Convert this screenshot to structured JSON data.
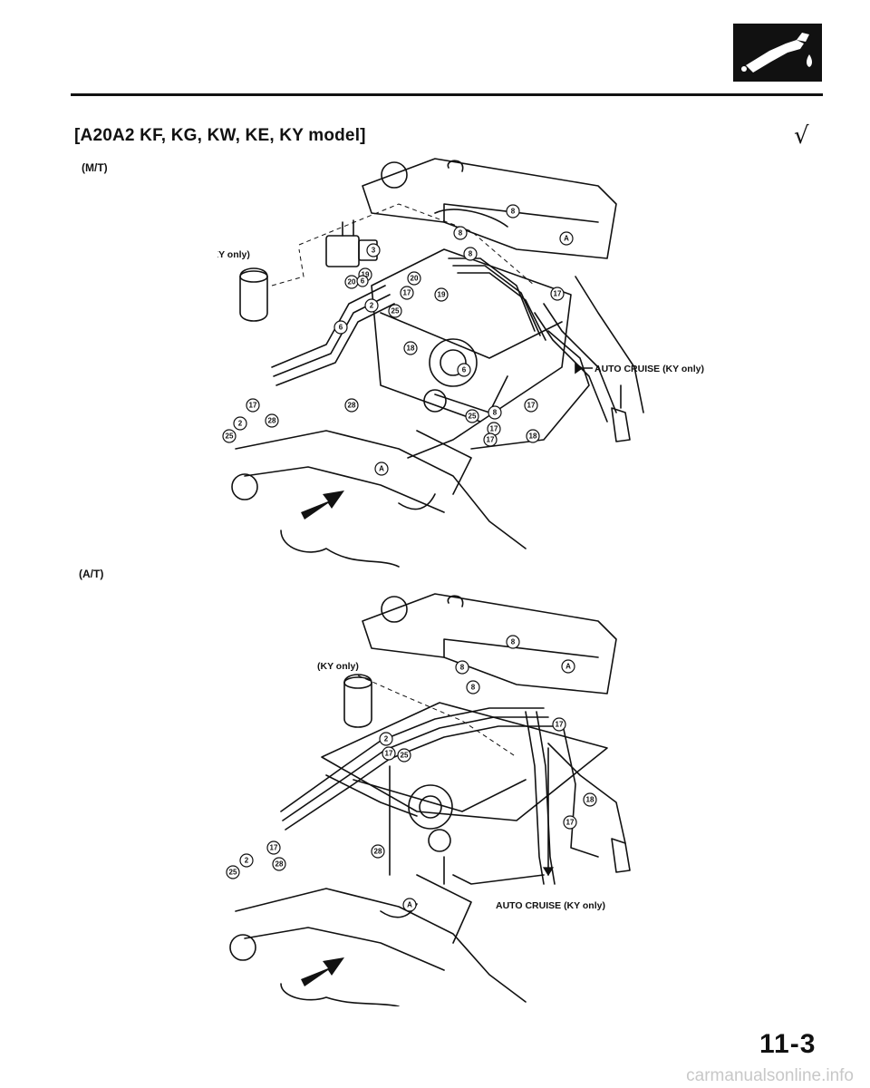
{
  "header": {
    "section_icon": "fuel-nozzle-icon",
    "title": "[A20A2 KF, KG, KW, KE, KY model]",
    "check_mark": "√"
  },
  "variants": [
    {
      "label": "(M/T)",
      "ky_note": "(KY only)",
      "auto_cruise_note": "AUTO CRUISE (KY only)",
      "callouts": [
        "8",
        "8",
        "8",
        "A",
        "3",
        "19",
        "20",
        "6",
        "20",
        "17",
        "19",
        "2",
        "25",
        "6",
        "17",
        "18",
        "6",
        "28",
        "17",
        "2",
        "28",
        "25",
        "25",
        "8",
        "17",
        "17",
        "17",
        "18",
        "A"
      ]
    },
    {
      "label": "(A/T)",
      "ky_note": "(KY only)",
      "auto_cruise_note": "AUTO CRUISE (KY only)",
      "callouts": [
        "8",
        "8",
        "8",
        "A",
        "17",
        "2",
        "17",
        "25",
        "18",
        "17",
        "28",
        "17",
        "2",
        "28",
        "25",
        "A"
      ]
    }
  ],
  "footer": {
    "page_number": "11-3",
    "watermark_url": "carmanualsonline.info"
  },
  "colors": {
    "ink": "#111111",
    "paper": "#ffffff",
    "watermark": "#c8c8c8"
  }
}
